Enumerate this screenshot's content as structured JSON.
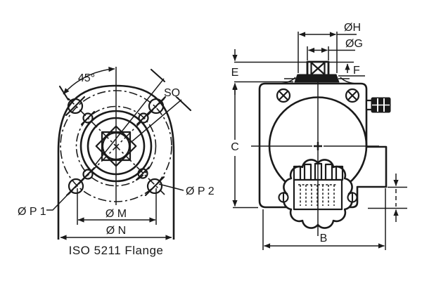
{
  "drawing": {
    "title": "ISO 5211 Flange",
    "front_view": {
      "angle_label": "45°",
      "square_label": "SQ",
      "pilot1_label": "Ø P 1",
      "pilot2_label": "Ø P 2",
      "bolt_circle_m_label": "Ø M",
      "bolt_circle_n_label": "Ø N",
      "caption": "ISO 5211 Flange"
    },
    "side_view": {
      "dia_h_label": "ØH",
      "dia_g_label": "ØG",
      "dim_e_label": "E",
      "dim_f_label": "F",
      "dim_c_label": "C",
      "dim_b_label": "B"
    },
    "colors": {
      "line": "#1a1a1a",
      "background": "#ffffff"
    }
  }
}
